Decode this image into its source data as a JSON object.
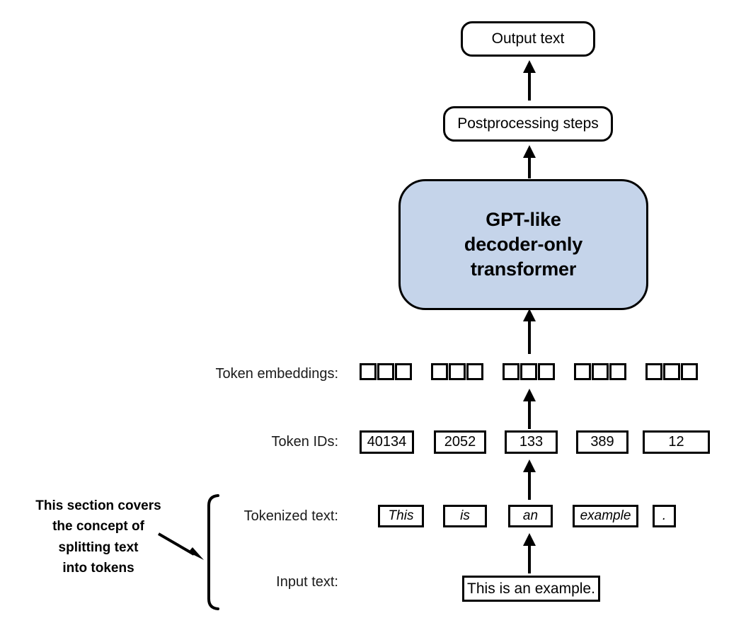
{
  "diagram": {
    "title_blocks": {
      "output": "Output text",
      "postprocessing": "Postprocessing steps",
      "model": "GPT-like\ndecoder-only\ntransformer"
    },
    "colors": {
      "model_fill": "#c5d4ea",
      "stroke": "#000000",
      "background": "#ffffff",
      "box_fill": "#ffffff"
    },
    "rows": {
      "embeddings": {
        "label": "Token embeddings:",
        "groups": [
          {
            "squares": 3
          },
          {
            "squares": 3
          },
          {
            "squares": 3
          },
          {
            "squares": 3
          },
          {
            "squares": 3
          }
        ]
      },
      "token_ids": {
        "label": "Token IDs:",
        "values": [
          "40134",
          "2052",
          "133",
          "389",
          "12"
        ]
      },
      "tokenized": {
        "label": "Tokenized text:",
        "values": [
          "This",
          "is",
          "an",
          "example",
          "."
        ]
      },
      "input": {
        "label": "Input text:",
        "value": "This is an example."
      }
    },
    "annotation": {
      "text": "This section covers\nthe concept of\nsplitting text\ninto tokens"
    }
  }
}
